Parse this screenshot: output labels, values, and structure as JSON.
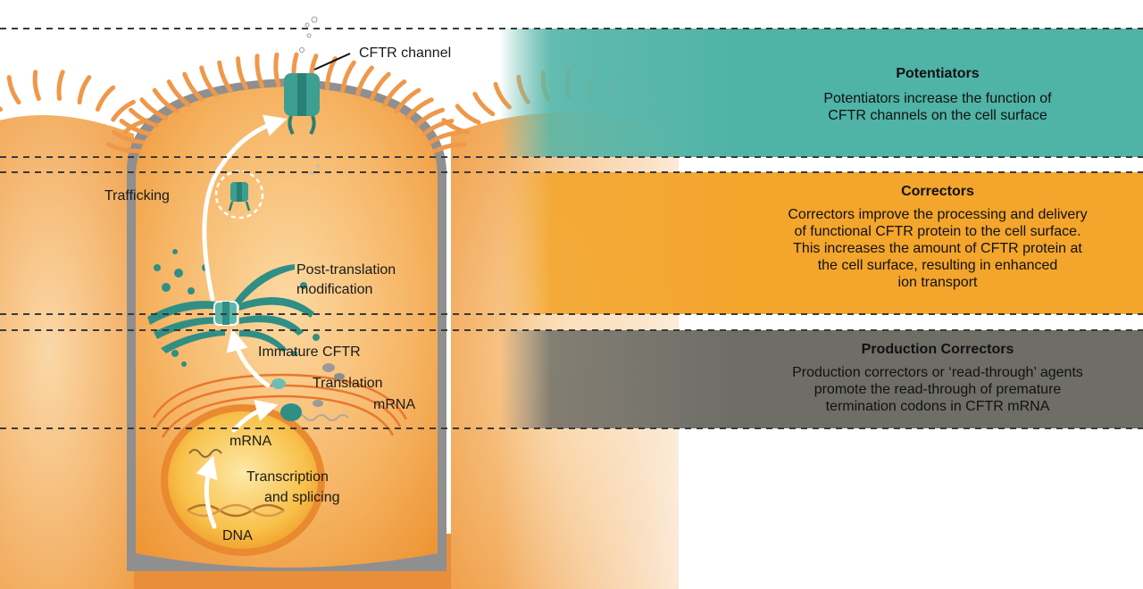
{
  "diagram": {
    "labels": {
      "cftr_channel": "CFTR channel",
      "trafficking": "Trafficking",
      "post_translation_line1": "Post-translation",
      "post_translation_line2": "modification",
      "immature_cftr": "Immature CFTR",
      "translation": "Translation",
      "mrna_cytoplasm": "mRNA",
      "mrna_nucleus": "mRNA",
      "transcription_line1": "Transcription",
      "transcription_line2": "and splicing",
      "dna": "DNA"
    },
    "colors": {
      "cell_orange": "#f4a23a",
      "cell_light": "#fbd49a",
      "membrane_grey": "#8a8a8a",
      "protein_teal": "#2f8f85",
      "arrow_white": "#ffffff"
    }
  },
  "bands": [
    {
      "title": "Potentiators",
      "description": [
        "Potentiators increase the function of",
        "CFTR channels on the cell surface"
      ],
      "color": "#4fb3a6"
    },
    {
      "title": "Correctors",
      "description": [
        "Correctors improve the processing and delivery",
        "of functional CFTR protein to the cell surface.",
        "This increases the amount of CFTR protein at",
        "the cell surface, resulting in enhanced",
        "ion transport"
      ],
      "color": "#f3a52c"
    },
    {
      "title": "Production Correctors",
      "description": [
        "Production correctors or ‘read-through’ agents",
        "promote the read-through of premature",
        "termination codons in CFTR mRNA"
      ],
      "color": "#6e6d66"
    }
  ]
}
